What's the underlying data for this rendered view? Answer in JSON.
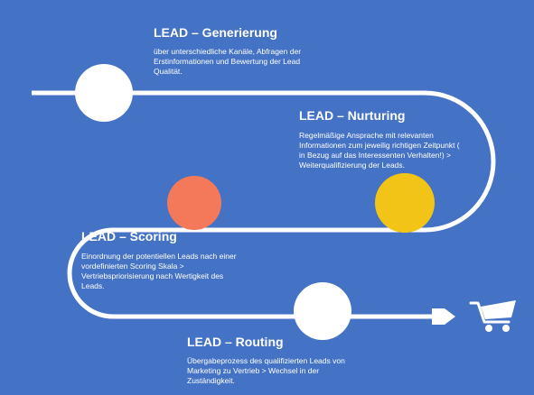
{
  "stages": [
    {
      "title": "LEAD – Generierung",
      "description": "über unterschiedliche Kanäle, Abfragen der Erstinformationen und Bewertung der Lead Qualität.",
      "color": "#FFFFFF"
    },
    {
      "title": "LEAD – Nurturing",
      "description": "Regelmäßige Ansprache mit relevanten Informationen zum jeweilig richtigen Zeitpunkt ( in Bezug auf das Interessenten Verhalten!) > Weiterqualifizierung der Leads.",
      "color": "#F2C418"
    },
    {
      "title": "LEAD – Scoring",
      "description": "Einordnung der potentiellen Leads nach einer vordefinierten Scoring Skala > Vertriebspriorisierung nach Wertigkeit des Leads.",
      "color": "#F4795A"
    },
    {
      "title": "LEAD – Routing",
      "description": "Übergabeprozess des qualifizierten Leads von Marketing zu Vertrieb > Wechsel in der Zuständigkeit.",
      "color": "#FFFFFF"
    }
  ],
  "colors": {
    "background": "#4472C4",
    "path": "#FFFFFF"
  },
  "end_icon": "shopping-cart-icon"
}
